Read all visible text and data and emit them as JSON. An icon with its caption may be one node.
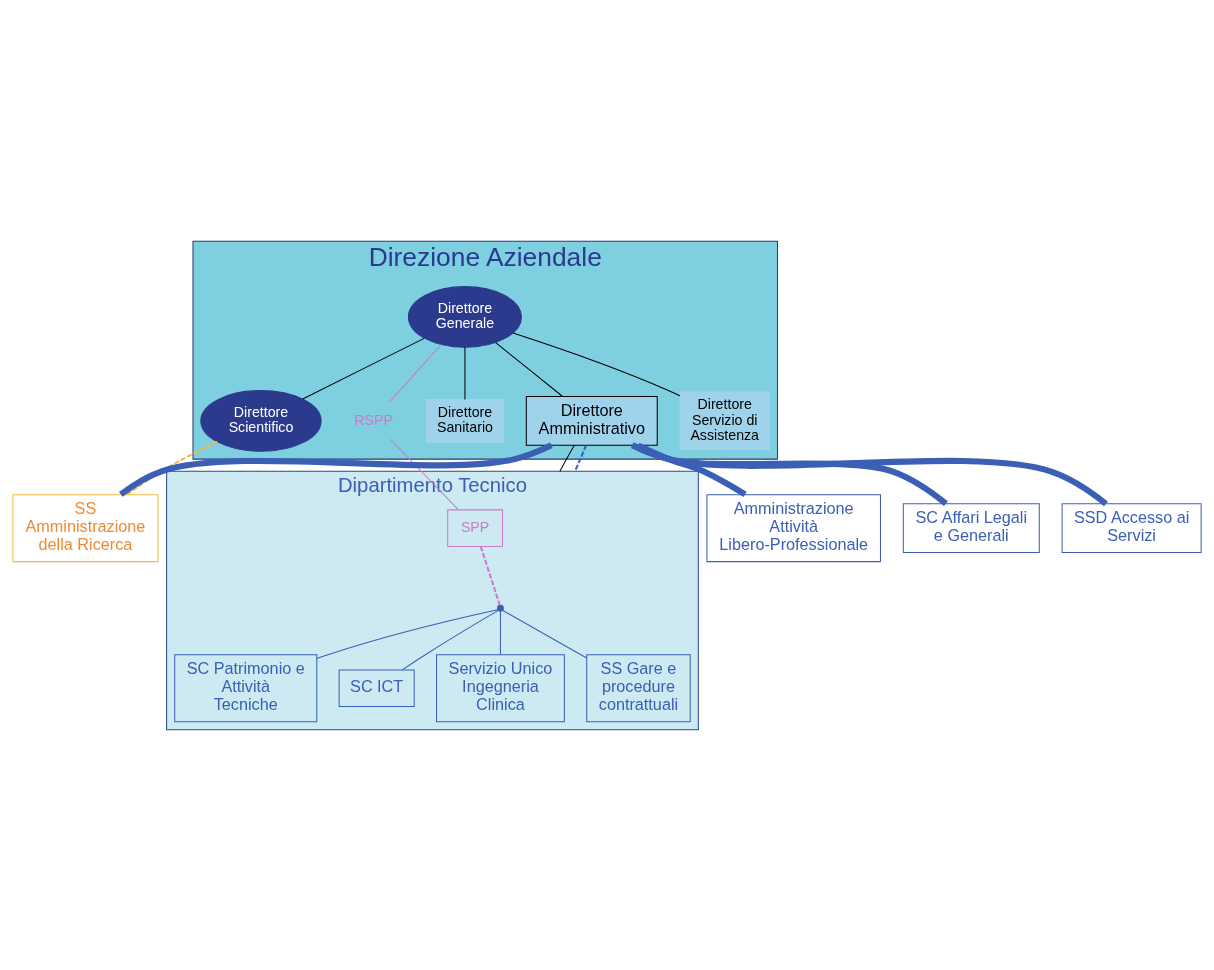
{
  "diagram": {
    "nodes": [
      {
        "text": [
          "Direzione Aziendale"
        ]
      },
      {
        "text": [
          "Direttore Generale"
        ],
        "in": 0
      },
      {
        "text": [
          "Direttore Scientifico"
        ],
        "in": 0
      },
      {
        "text": [
          "RSPP"
        ],
        "in": 0
      },
      {
        "text": [
          "Direttore Sanitario"
        ],
        "in": 0
      },
      {
        "text": [
          "Direttore Amministrativo"
        ],
        "in": 0
      },
      {
        "text": [
          "Direttore Servizio di Assistenza"
        ],
        "in": 0
      },
      {
        "text": [
          "Dipartimento Tecnico"
        ]
      },
      {
        "text": [
          "SPP"
        ],
        "in": 7
      },
      {
        "text": [
          "SC Patrimonio e Attività Tecniche"
        ],
        "in": 7
      },
      {
        "text": [
          "SC ICT"
        ],
        "in": 7
      },
      {
        "text": [
          "Servizio Unico Ingegneria Clinica"
        ],
        "in": 7
      },
      {
        "text": [
          "SS Gare e procedure contrattuali"
        ],
        "in": 7
      },
      {
        "text": [
          "Amministrazione Attività Libero-Professionale"
        ]
      },
      {
        "text": [
          "SC Affari Legali e Generali"
        ]
      },
      {
        "text": [
          "SSD Accesso ai Servizi"
        ]
      },
      {
        "text": [
          "SS Amministrazione della Ricerca"
        ]
      },
      {
        "text": [],
        "shape": "point",
        "in": 7
      }
    ],
    "edges": [
      {
        "from": 1,
        "to": 2,
        "arrow": "none",
        "color": "#000000"
      },
      {
        "from": 1,
        "to": 3,
        "arrow": "none",
        "color": "#c77dc7"
      },
      {
        "from": 3,
        "to": 8,
        "arrow": "none",
        "color": "#c77dc7"
      },
      {
        "from": 1,
        "to": 4,
        "arrow": "none",
        "color": "#000000"
      },
      {
        "from": 1,
        "to": 5,
        "arrow": "none",
        "color": "#000000"
      },
      {
        "from": 1,
        "to": 6,
        "arrow": "none",
        "color": "#000000"
      },
      {
        "from": 5,
        "to": 7,
        "arrow": "none",
        "color": "#000000"
      },
      {
        "from": 5,
        "to": 7,
        "arrow": "none",
        "style": "dashed",
        "color": "#3a5fb5"
      },
      {
        "from": 5,
        "to": 13,
        "arrow": "none",
        "style": "thick",
        "color": "#3a5fb5"
      },
      {
        "from": 5,
        "to": 14,
        "arrow": "none",
        "style": "thick",
        "color": "#3a5fb5"
      },
      {
        "from": 5,
        "to": 15,
        "arrow": "none",
        "style": "thick",
        "color": "#3a5fb5"
      },
      {
        "from": 5,
        "to": 16,
        "arrow": "none",
        "style": "thick",
        "color": "#3a5fb5"
      },
      {
        "from": 2,
        "to": 16,
        "arrow": "none",
        "style": "dashed",
        "color": "#f5b942"
      },
      {
        "from": 8,
        "to": 17,
        "arrow": "none",
        "style": "dashed",
        "color": "#c77dc7"
      },
      {
        "from": 17,
        "to": 9,
        "arrow": "none",
        "color": "#3a5fb5"
      },
      {
        "from": 17,
        "to": 10,
        "arrow": "none",
        "color": "#3a5fb5"
      },
      {
        "from": 17,
        "to": 11,
        "arrow": "none",
        "color": "#3a5fb5"
      },
      {
        "from": 17,
        "to": 12,
        "arrow": "none",
        "color": "#3a5fb5"
      }
    ]
  }
}
